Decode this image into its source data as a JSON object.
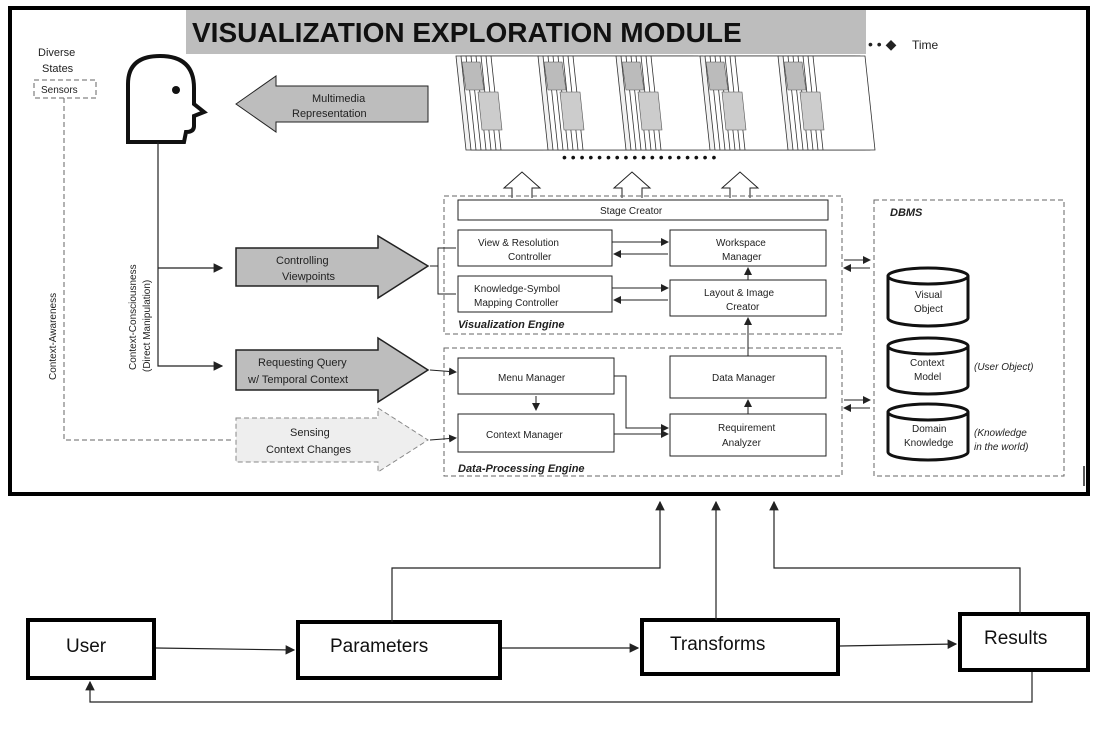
{
  "module_title": "VISUALIZATION EXPLORATION MODULE",
  "time_label": "Time",
  "diverse_states": [
    "Diverse",
    "States"
  ],
  "sensors": "Sensors",
  "multimedia": [
    "Multimedia",
    "Representation"
  ],
  "context_awareness": "Context-Awareness",
  "context_consciousness": [
    "Context-Consciousness",
    "(Direct Manipulation)"
  ],
  "controlling": [
    "Controlling",
    "Viewpoints"
  ],
  "requesting": [
    "Requesting Query",
    "w/ Temporal Context"
  ],
  "sensing": [
    "Sensing",
    "Context Changes"
  ],
  "stage_creator": "Stage Creator",
  "view_res": [
    "View & Resolution",
    "Controller"
  ],
  "knowledge_symbol": [
    "Knowledge-Symbol",
    "Mapping Controller"
  ],
  "workspace": [
    "Workspace",
    "Manager"
  ],
  "layout_image": [
    "Layout & Image",
    "Creator"
  ],
  "vis_engine": "Visualization Engine",
  "menu_manager": "Menu Manager",
  "data_manager": "Data Manager",
  "context_manager": "Context Manager",
  "req_analyzer": [
    "Requirement",
    "Analyzer"
  ],
  "dp_engine": "Data-Processing Engine",
  "dbms": "DBMS",
  "visual_object": [
    "Visual",
    "Object"
  ],
  "context_model": [
    "Context",
    "Model"
  ],
  "domain_knowledge": [
    "Domain",
    "Knowledge"
  ],
  "user_object": "(User Object)",
  "knowledge_world": [
    "(Knowledge",
    "in the world)"
  ],
  "flow": {
    "user": "User",
    "parameters": "Parameters",
    "transforms": "Transforms",
    "results": "Results"
  }
}
